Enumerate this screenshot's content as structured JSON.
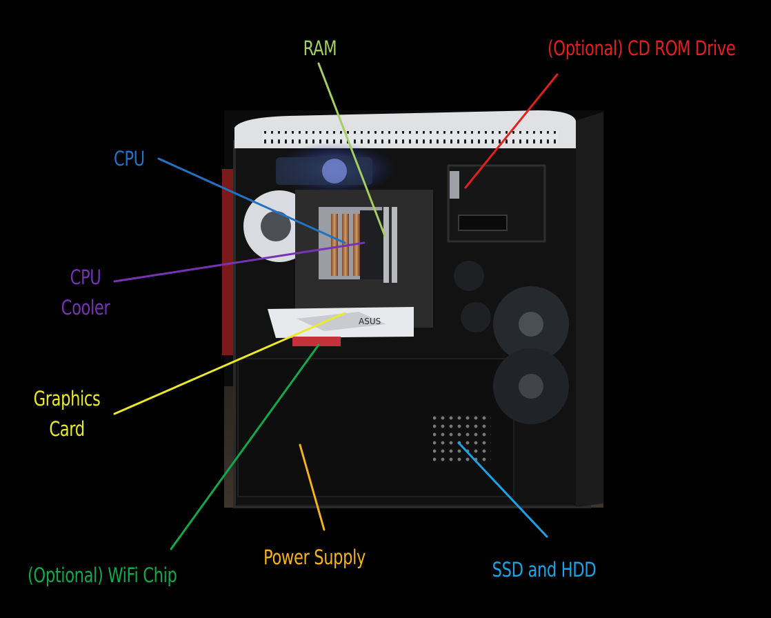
{
  "diagram": {
    "background_color": "#000000",
    "labels": [
      {
        "id": "ram",
        "lines": [
          "RAM"
        ],
        "color": "#a5cf62"
      },
      {
        "id": "cd-rom",
        "lines": [
          "(Optional) CD ROM Drive"
        ],
        "color": "#e3201f"
      },
      {
        "id": "cpu",
        "lines": [
          "CPU"
        ],
        "color": "#2273c3"
      },
      {
        "id": "cpu-cooler",
        "lines": [
          "CPU",
          "Cooler"
        ],
        "color": "#7634b5"
      },
      {
        "id": "graphics-card",
        "lines": [
          "Graphics",
          "Card"
        ],
        "color": "#eaea2a"
      },
      {
        "id": "wifi-chip",
        "lines": [
          "(Optional) WiFi Chip"
        ],
        "color": "#14a84c"
      },
      {
        "id": "power-supply",
        "lines": [
          "Power Supply"
        ],
        "color": "#f4b21d"
      },
      {
        "id": "ssd-hdd",
        "lines": [
          "SSD and HDD"
        ],
        "color": "#1ca3e6"
      }
    ]
  }
}
